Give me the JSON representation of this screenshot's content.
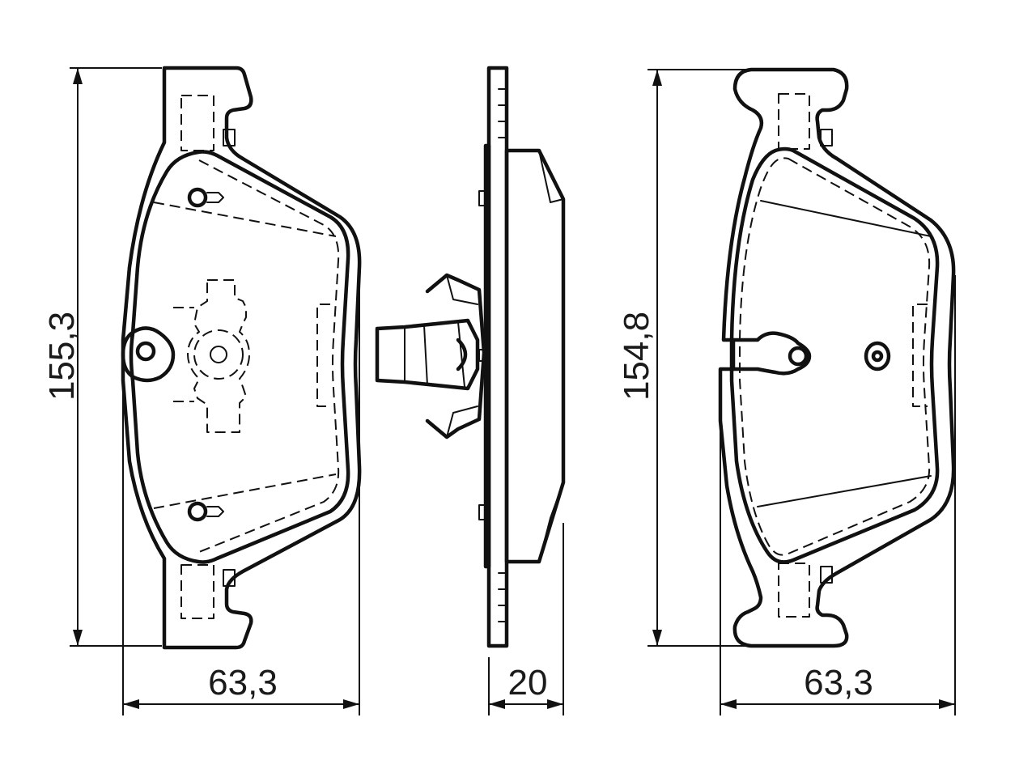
{
  "dimensions": {
    "left_height": "155,3",
    "left_width": "63,3",
    "side_thickness": "20",
    "right_height": "154,8",
    "right_width": "63,3"
  }
}
